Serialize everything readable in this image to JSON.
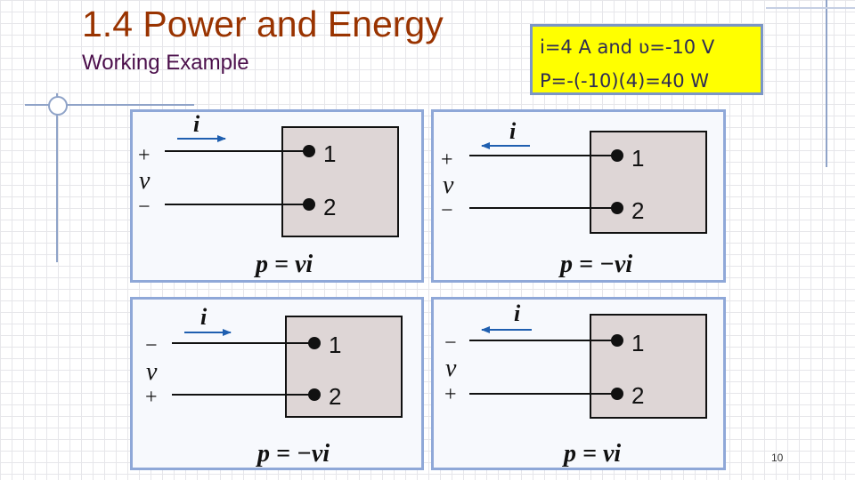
{
  "slide": {
    "title": "1.4 Power and Energy",
    "subtitle": "Working Example",
    "page_number": "10"
  },
  "note": {
    "line1": "i=4 A  and ʋ=-10 V",
    "line2": "P=-(-10)(4)=40 W",
    "background_color": "#ffff00"
  },
  "panels": [
    {
      "current_label": "i",
      "current_direction": "into terminal 1",
      "top_sign": "+",
      "voltage_label": "v",
      "bottom_sign": "−",
      "terminal_1": "1",
      "terminal_2": "2",
      "formula": "p = vi"
    },
    {
      "current_label": "i",
      "current_direction": "out of terminal 1",
      "top_sign": "+",
      "voltage_label": "v",
      "bottom_sign": "−",
      "terminal_1": "1",
      "terminal_2": "2",
      "formula": "p = −vi"
    },
    {
      "current_label": "i",
      "current_direction": "into terminal 1",
      "top_sign": "−",
      "voltage_label": "v",
      "bottom_sign": "+",
      "terminal_1": "1",
      "terminal_2": "2",
      "formula": "p = −vi"
    },
    {
      "current_label": "i",
      "current_direction": "out of terminal 1",
      "top_sign": "−",
      "voltage_label": "v",
      "bottom_sign": "+",
      "terminal_1": "1",
      "terminal_2": "2",
      "formula": "p = vi"
    }
  ]
}
